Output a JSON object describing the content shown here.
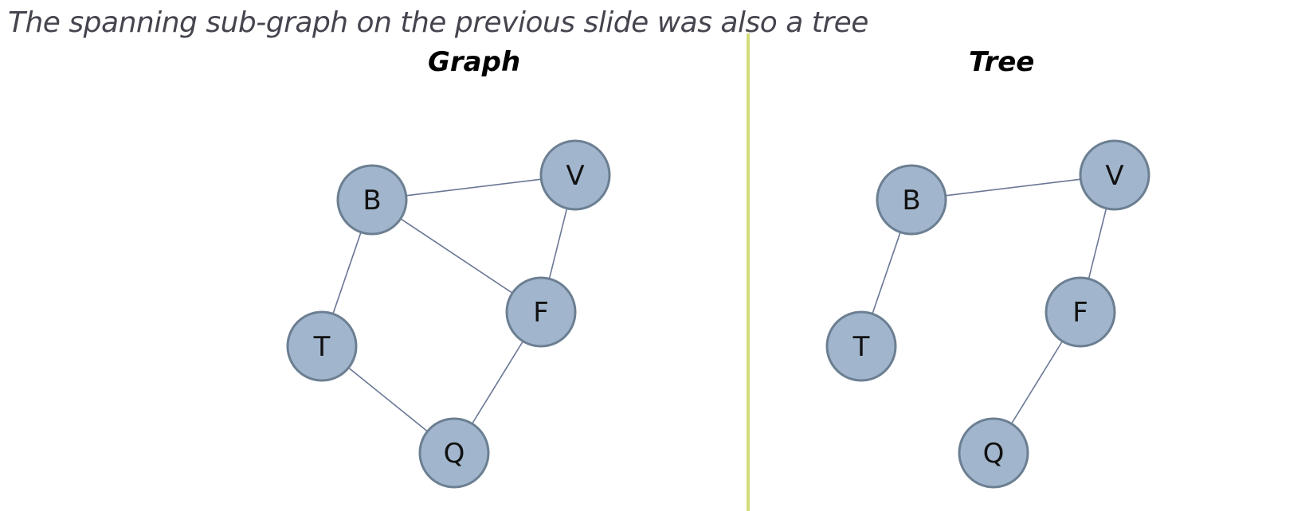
{
  "caption": "The spanning sub-graph on the previous slide was also a tree",
  "colors": {
    "node_fill": "#a1b6cd",
    "node_stroke": "#6c7f92",
    "edge": "#6a7795",
    "divider": "#d2dc7c"
  },
  "panels": [
    {
      "title": "Graph",
      "nodes": [
        "B",
        "V",
        "F",
        "T",
        "Q"
      ],
      "edges": [
        [
          "B",
          "V"
        ],
        [
          "B",
          "T"
        ],
        [
          "B",
          "F"
        ],
        [
          "V",
          "F"
        ],
        [
          "T",
          "Q"
        ],
        [
          "F",
          "Q"
        ]
      ]
    },
    {
      "title": "Tree",
      "nodes": [
        "B",
        "V",
        "F",
        "T",
        "Q"
      ],
      "edges": [
        [
          "B",
          "V"
        ],
        [
          "B",
          "T"
        ],
        [
          "V",
          "F"
        ],
        [
          "F",
          "Q"
        ]
      ]
    }
  ]
}
